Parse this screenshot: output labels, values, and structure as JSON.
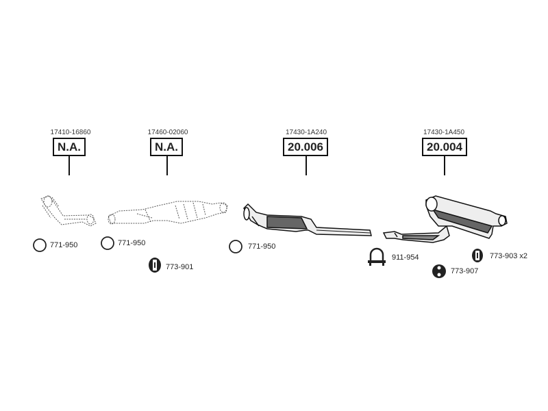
{
  "parts": [
    {
      "oem": "17410-16860",
      "code": "N.A."
    },
    {
      "oem": "17460-02060",
      "code": "N.A."
    },
    {
      "oem": "17430-1A240",
      "code": "20.006"
    },
    {
      "oem": "17430-1A450",
      "code": "20.004"
    }
  ],
  "accessories": [
    {
      "label": "771-950"
    },
    {
      "label": "771-950"
    },
    {
      "label": "773-901"
    },
    {
      "label": "771-950"
    },
    {
      "label": "911-954"
    },
    {
      "label": "773-907"
    },
    {
      "label": "773-903 x2"
    }
  ]
}
